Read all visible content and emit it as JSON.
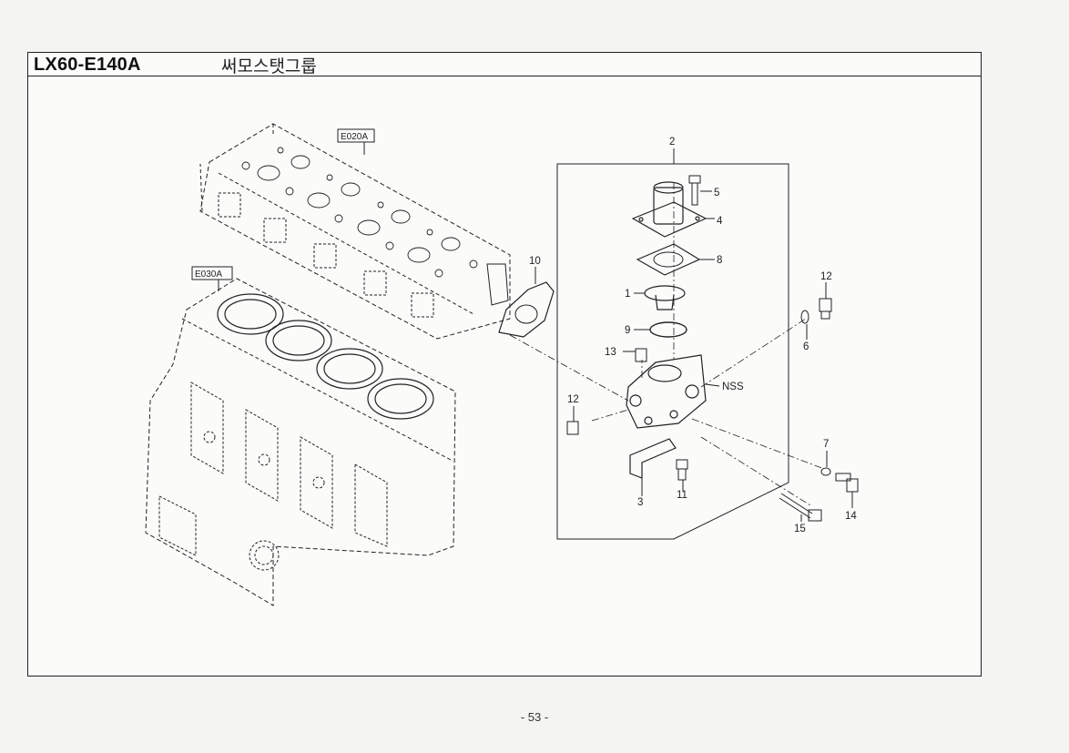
{
  "header": {
    "code": "LX60-E140A",
    "title": "써모스탯그룹"
  },
  "refs": {
    "head": "E020A",
    "block": "E030A"
  },
  "callouts": {
    "c1": "1",
    "c2": "2",
    "c3": "3",
    "c4": "4",
    "c5": "5",
    "c6": "6",
    "c7": "7",
    "c8": "8",
    "c9": "9",
    "c10": "10",
    "c11": "11",
    "c12a": "12",
    "c12b": "12",
    "c13": "13",
    "c14": "14",
    "c15": "15",
    "nss": "NSS"
  },
  "footer": {
    "page": "- 53 -"
  }
}
